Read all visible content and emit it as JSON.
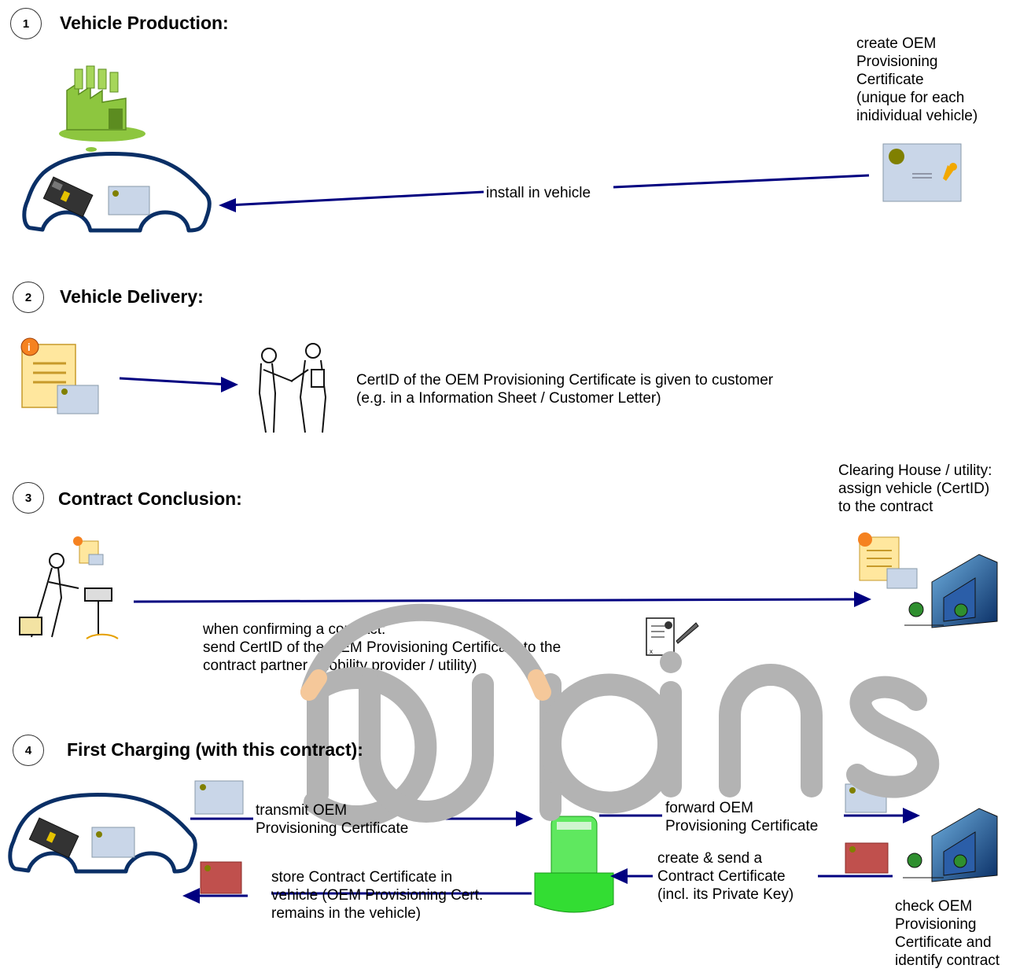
{
  "steps": [
    {
      "number": "1",
      "title": "Vehicle Production:"
    },
    {
      "number": "2",
      "title": "Vehicle Delivery:"
    },
    {
      "number": "3",
      "title": "Contract Conclusion:"
    },
    {
      "number": "4",
      "title": "First Charging (with this contract):"
    }
  ],
  "labels": {
    "create_cert": "create OEM\nProvisioning\nCertificate\n(unique for each\ninidividual vehicle)",
    "install": "install in vehicle",
    "certid_given": "CertID of the OEM Provisioning Certificate is given to customer\n(e.g. in a Information Sheet / Customer Letter)",
    "clearing_house": "Clearing House / utility:\nassign vehicle (CertID)\n to the contract",
    "confirming": "when confirming a contract:\nsend CertID of the OEM Provisioning Certificate to the\ncontract partner (mobility provider / utility)",
    "transmit": "transmit OEM\nProvisioning Certificate",
    "forward": "forward OEM\nProvisioning Certificate",
    "create_send": "create & send a\nContract Certificate\n(incl. its Private Key)",
    "store": "store Contract Certificate in\nvehicle (OEM Provisioning Cert.\nremains in the vehicle)",
    "check": "check OEM\nProvisioning\nCertificate and\nidentify contract"
  },
  "watermark": "aupins",
  "colors": {
    "arrow": "#000080",
    "car_outline": "#0a2f66",
    "cert_blue": "#c9d6e8",
    "cert_red": "#c0504d",
    "factory_green": "#8dc63f",
    "pillar_green": "#33dd33",
    "watermark_gray": "#b3b3b3",
    "watermark_orange": "#f5c89a"
  }
}
